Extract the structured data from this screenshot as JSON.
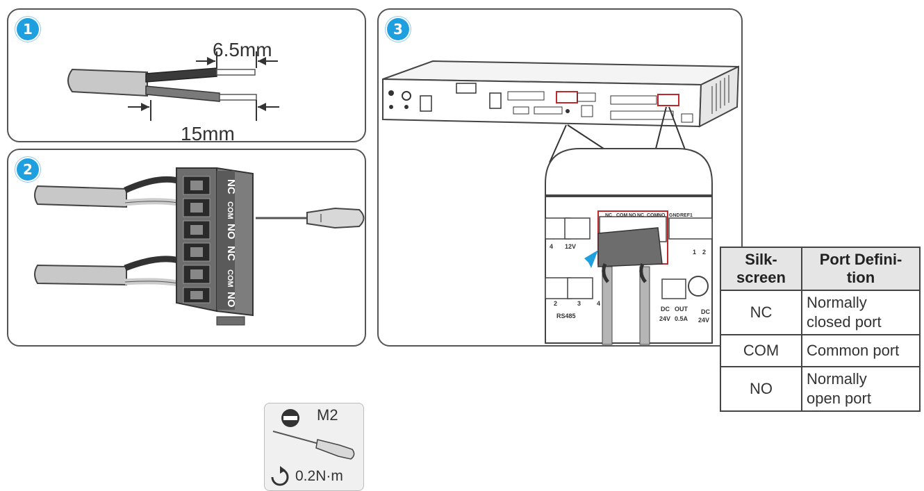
{
  "steps": [
    {
      "number": "1",
      "dim_top": "6.5mm",
      "dim_bottom": "15mm"
    },
    {
      "number": "2",
      "terminal_labels": [
        "NC",
        "COM",
        "NO",
        "NC",
        "COM",
        "NO"
      ],
      "screwdriver": "M2",
      "torque": "0.2N·m"
    },
    {
      "number": "3",
      "device_labels": [
        "NC",
        "COM",
        "NO",
        "NC",
        "COM",
        "NO"
      ],
      "side_labels": [
        "GND",
        "REF1"
      ],
      "bottom_labels": [
        "12V",
        "DC",
        "OUT",
        "24V",
        "0.5A",
        "DC",
        "24V",
        "RS485",
        "1",
        "2",
        "2",
        "3",
        "4",
        "4"
      ]
    }
  ],
  "table": {
    "headers": [
      "Silk-screen",
      "Port Definition"
    ],
    "header_display": [
      [
        "Silk-",
        "screen"
      ],
      [
        "Port Defini-",
        "tion"
      ]
    ],
    "rows": [
      {
        "silk": "NC",
        "definition_lines": [
          "Normally",
          "closed port"
        ]
      },
      {
        "silk": "COM",
        "definition_lines": [
          "Common port"
        ]
      },
      {
        "silk": "NO",
        "definition_lines": [
          "Normally",
          "open port"
        ]
      }
    ]
  }
}
